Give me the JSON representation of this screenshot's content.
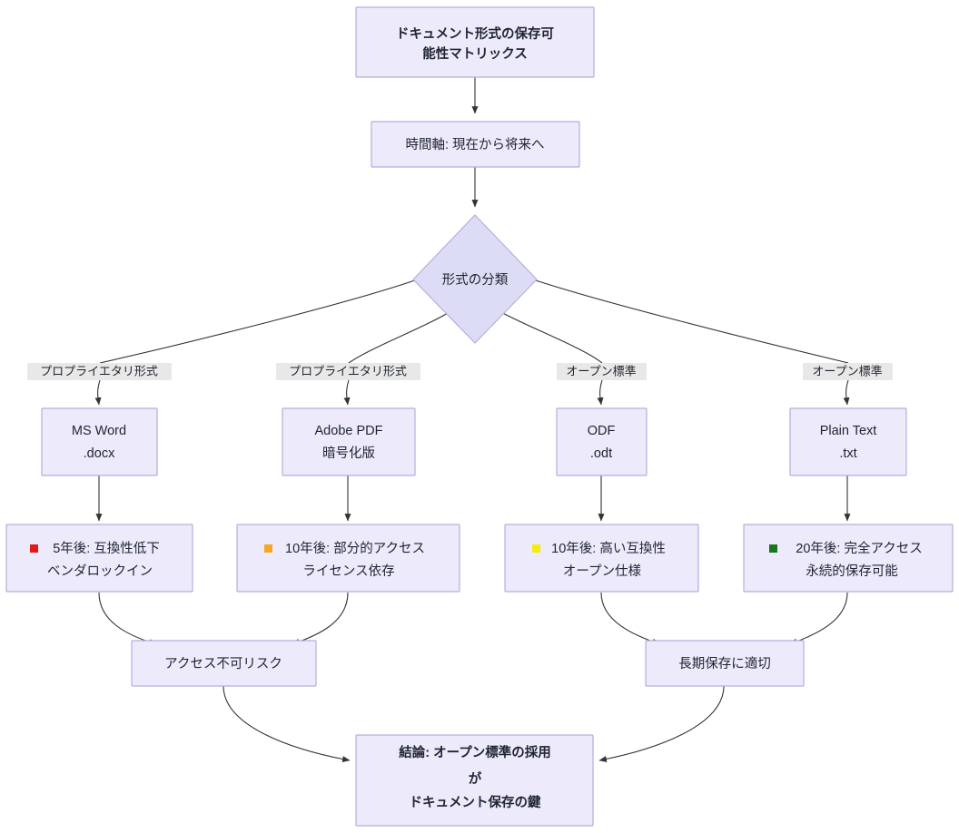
{
  "diagram": {
    "title_node": {
      "lines": [
        "ドキュメント形式の保存可",
        "能性マトリックス"
      ],
      "line1": "ドキュメント形式の保存可",
      "line2": "能性マトリックス"
    },
    "timeline_node": {
      "label": "時間軸: 現在から将来へ"
    },
    "decision_node": {
      "label": "形式の分類"
    },
    "edge_labels": {
      "e1": "プロプライエタリ形式",
      "e2": "プロプライエタリ形式",
      "e3": "オープン標準",
      "e4": "オープン標準"
    },
    "format_nodes": [
      {
        "name": "MS Word",
        "ext": ".docx"
      },
      {
        "name": "Adobe PDF",
        "ext": "暗号化版"
      },
      {
        "name": "ODF",
        "ext": ".odt"
      },
      {
        "name": "Plain Text",
        "ext": ".txt"
      }
    ],
    "outcome_nodes": [
      {
        "marker_color": "#E01B1B",
        "line1": "5年後: 互換性低下",
        "line2": "ベンダロックイン"
      },
      {
        "marker_color": "#F5A623",
        "line1": "10年後: 部分的アクセス",
        "line2": "ライセンス依存"
      },
      {
        "marker_color": "#F5EC0B",
        "line1": "10年後: 高い互換性",
        "line2": "オープン仕様"
      },
      {
        "marker_color": "#18761C",
        "line1": "20年後: 完全アクセス",
        "line2": "永続的保存可能"
      }
    ],
    "summary_nodes": [
      {
        "label": "アクセス不可リスク"
      },
      {
        "label": "長期保存に適切"
      }
    ],
    "conclusion_node": {
      "line1": "結論: オープン標準の採用",
      "line2": "が",
      "line3": "ドキュメント保存の鍵"
    },
    "colors": {
      "node_fill": "#ECEAFB",
      "node_stroke": "#B6AEDC",
      "diamond_fill": "#DDDCF6",
      "edge_stroke": "#333333",
      "edge_label_bg": "#e8e8e8",
      "text": "#1f2430"
    }
  }
}
